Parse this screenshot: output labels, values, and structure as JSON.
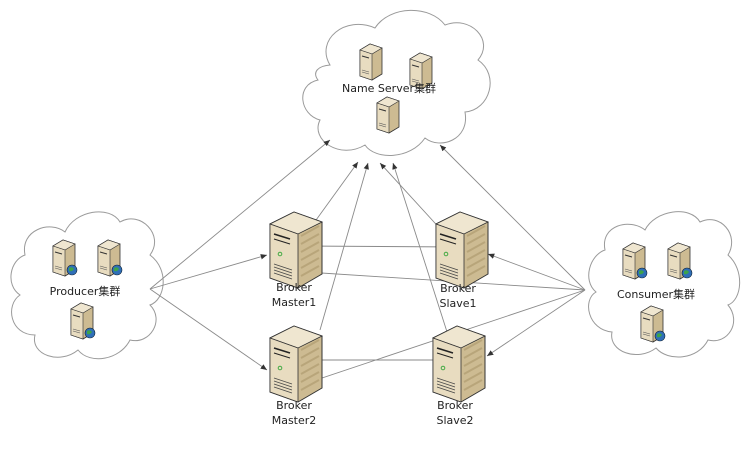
{
  "clusters": {
    "name_server": "Name Server集群",
    "producer": "Producer集群",
    "consumer": "Consumer集群"
  },
  "brokers": {
    "master1": [
      "Broker",
      "Master1"
    ],
    "slave1": [
      "Broker",
      "Slave1"
    ],
    "master2": [
      "Broker",
      "Master2"
    ],
    "slave2": [
      "Broker",
      "Slave2"
    ]
  },
  "colors": {
    "line": "#8a8a8a",
    "server_body": "#e8dcc0",
    "server_side": "#cdbb92",
    "cloud_stroke": "#9a9a9a"
  }
}
